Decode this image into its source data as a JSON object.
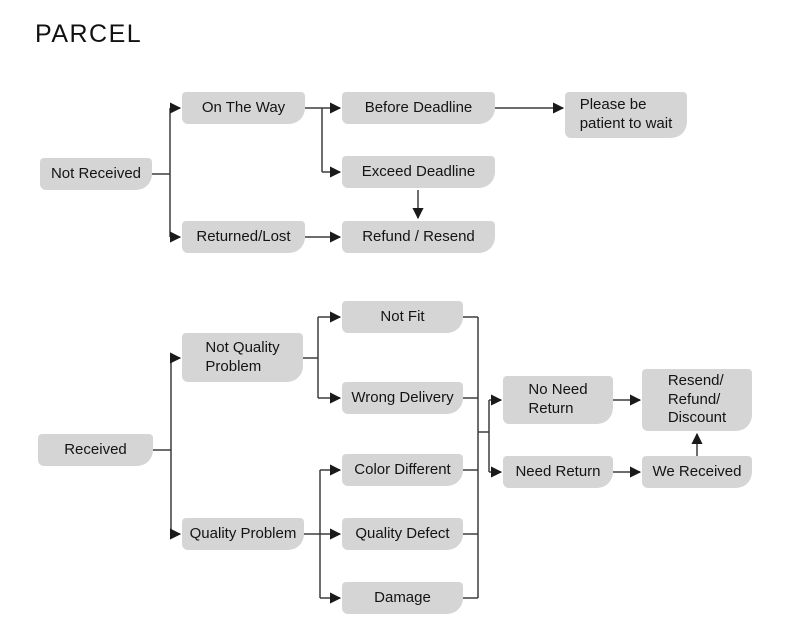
{
  "title": "PARCEL",
  "colors": {
    "background": "#ffffff",
    "box_fill": "#d5d5d5",
    "line": "#3d3d3d",
    "text": "#141414"
  },
  "nodes": {
    "not_received": {
      "label": "Not Received"
    },
    "on_the_way": {
      "label": "On The Way"
    },
    "returned_lost": {
      "label": "Returned/Lost"
    },
    "before_deadline": {
      "label": "Before Deadline"
    },
    "exceed_deadline": {
      "label": "Exceed Deadline"
    },
    "refund_resend": {
      "label": "Refund / Resend"
    },
    "please_wait": {
      "label": "Please be\npatient to wait"
    },
    "received": {
      "label": "Received"
    },
    "not_quality_problem": {
      "label": "Not Quality\nProblem"
    },
    "quality_problem": {
      "label": "Quality Problem"
    },
    "not_fit": {
      "label": "Not Fit"
    },
    "wrong_delivery": {
      "label": "Wrong Delivery"
    },
    "color_different": {
      "label": "Color Different"
    },
    "quality_defect": {
      "label": "Quality Defect"
    },
    "damage": {
      "label": "Damage"
    },
    "no_need_return": {
      "label": "No Need\nReturn"
    },
    "need_return": {
      "label": "Need Return"
    },
    "resend_refund_discount": {
      "label": "Resend/\nRefund/\nDiscount"
    },
    "we_received": {
      "label": "We Received"
    }
  },
  "edges": [
    {
      "from": "not_received",
      "to": "on_the_way"
    },
    {
      "from": "not_received",
      "to": "returned_lost"
    },
    {
      "from": "on_the_way",
      "to": "before_deadline"
    },
    {
      "from": "on_the_way",
      "to": "exceed_deadline"
    },
    {
      "from": "before_deadline",
      "to": "please_wait"
    },
    {
      "from": "exceed_deadline",
      "to": "refund_resend"
    },
    {
      "from": "returned_lost",
      "to": "refund_resend"
    },
    {
      "from": "received",
      "to": "not_quality_problem"
    },
    {
      "from": "received",
      "to": "quality_problem"
    },
    {
      "from": "not_quality_problem",
      "to": "not_fit"
    },
    {
      "from": "not_quality_problem",
      "to": "wrong_delivery"
    },
    {
      "from": "quality_problem",
      "to": "color_different"
    },
    {
      "from": "quality_problem",
      "to": "quality_defect"
    },
    {
      "from": "quality_problem",
      "to": "damage"
    },
    {
      "from": [
        "not_fit",
        "wrong_delivery",
        "color_different",
        "quality_defect",
        "damage"
      ],
      "to": [
        "no_need_return",
        "need_return"
      ]
    },
    {
      "from": "no_need_return",
      "to": "resend_refund_discount"
    },
    {
      "from": "need_return",
      "to": "we_received"
    },
    {
      "from": "we_received",
      "to": "resend_refund_discount"
    }
  ]
}
